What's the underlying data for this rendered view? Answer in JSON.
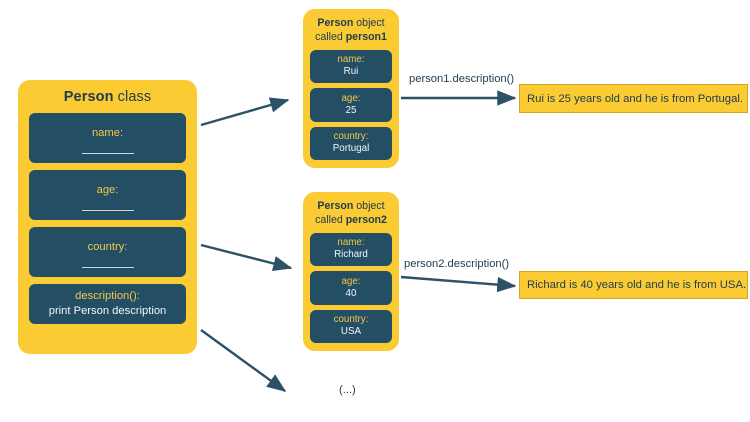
{
  "diagram": {
    "colors": {
      "yellow": "#FBCB33",
      "navy": "#234E63",
      "text_dark": "#1F3B4D",
      "label_yellow": "#F2C84B",
      "value_light": "#F3F6F7",
      "arrow": "#2B5266",
      "box_border": "#D9A520"
    },
    "class_box": {
      "title_bold": "Person",
      "title_rest": " class",
      "attributes": [
        {
          "label": "name:",
          "value": ""
        },
        {
          "label": "age:",
          "value": ""
        },
        {
          "label": "country:",
          "value": ""
        }
      ],
      "method": {
        "signature": "description():",
        "body": "print Person description"
      }
    },
    "objects": [
      {
        "title_bold_1": "Person",
        "title_mid": " object",
        "title_pre_2": "called ",
        "title_bold_2": "person1",
        "fields": [
          {
            "key": "name:",
            "value": "Rui"
          },
          {
            "key": "age:",
            "value": "25"
          },
          {
            "key": "country:",
            "value": "Portugal"
          }
        ],
        "call_label": "person1.description()",
        "output": "Rui is 25 years old and he is from Portugal."
      },
      {
        "title_bold_1": "Person",
        "title_mid": " object",
        "title_pre_2": "called ",
        "title_bold_2": "person2",
        "fields": [
          {
            "key": "name:",
            "value": "Richard"
          },
          {
            "key": "age:",
            "value": "40"
          },
          {
            "key": "country:",
            "value": "USA"
          }
        ],
        "call_label": "person2.description()",
        "output": "Richard is 40 years old and he is from USA."
      }
    ],
    "ellipsis": "(...)"
  }
}
